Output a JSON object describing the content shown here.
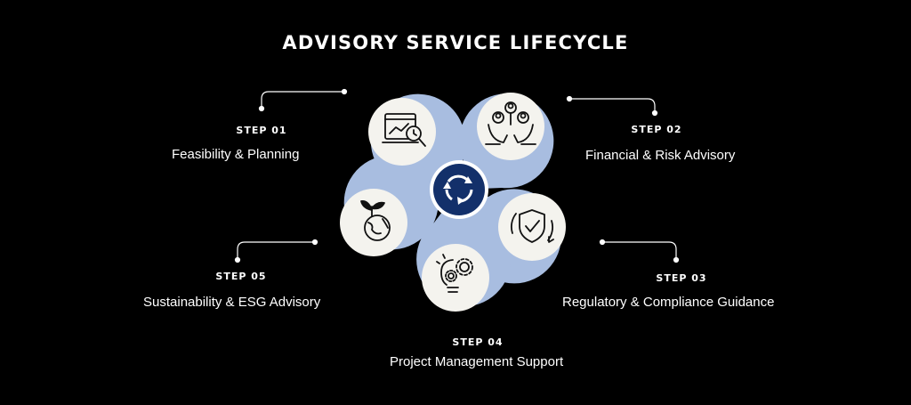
{
  "title": "ADVISORY SERVICE LIFECYCLE",
  "colors": {
    "background": "#000000",
    "petal": "#a8bde0",
    "disc": "#f4f3ee",
    "hub": "#13306a",
    "text": "#ffffff"
  },
  "center": {
    "icon": "refresh-cycle-icon"
  },
  "steps": [
    {
      "label": "STEP 01",
      "title": "Feasibility & Planning",
      "icon": "analytics-magnifier-icon"
    },
    {
      "label": "STEP 02",
      "title": "Financial & Risk Advisory",
      "icon": "people-hands-icon"
    },
    {
      "label": "STEP 03",
      "title": "Regulatory & Compliance Guidance",
      "icon": "shield-check-icon"
    },
    {
      "label": "STEP 04",
      "title": "Project Management Support",
      "icon": "lightbulb-gears-icon"
    },
    {
      "label": "STEP 05",
      "title": "Sustainability & ESG Advisory",
      "icon": "earth-leaf-icon"
    }
  ]
}
